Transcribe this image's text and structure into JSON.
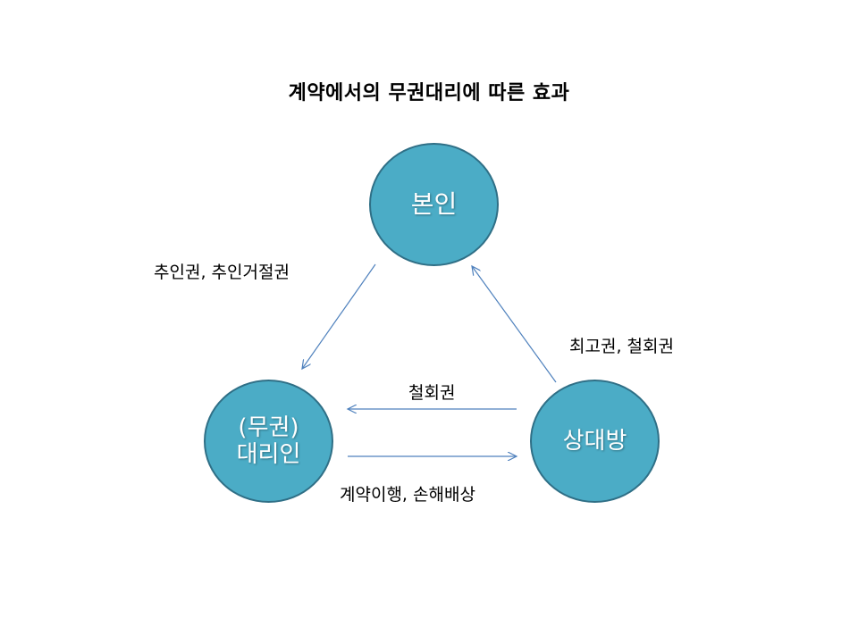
{
  "title": "계약에서의 무권대리에 따른 효과",
  "nodes": {
    "principal": "본인",
    "agent": "(무권)\n대리인",
    "counterparty": "상대방"
  },
  "edges": {
    "ratification": "추인권, 추인거절권",
    "peremptory_notice": "최고권, 철회권",
    "withdrawal": "철회권",
    "performance_damages": "계약이행, 손해배상"
  },
  "colors": {
    "node_fill": "#4bacc6",
    "node_border": "#2f6f86",
    "arrow": "#4f81bd"
  }
}
